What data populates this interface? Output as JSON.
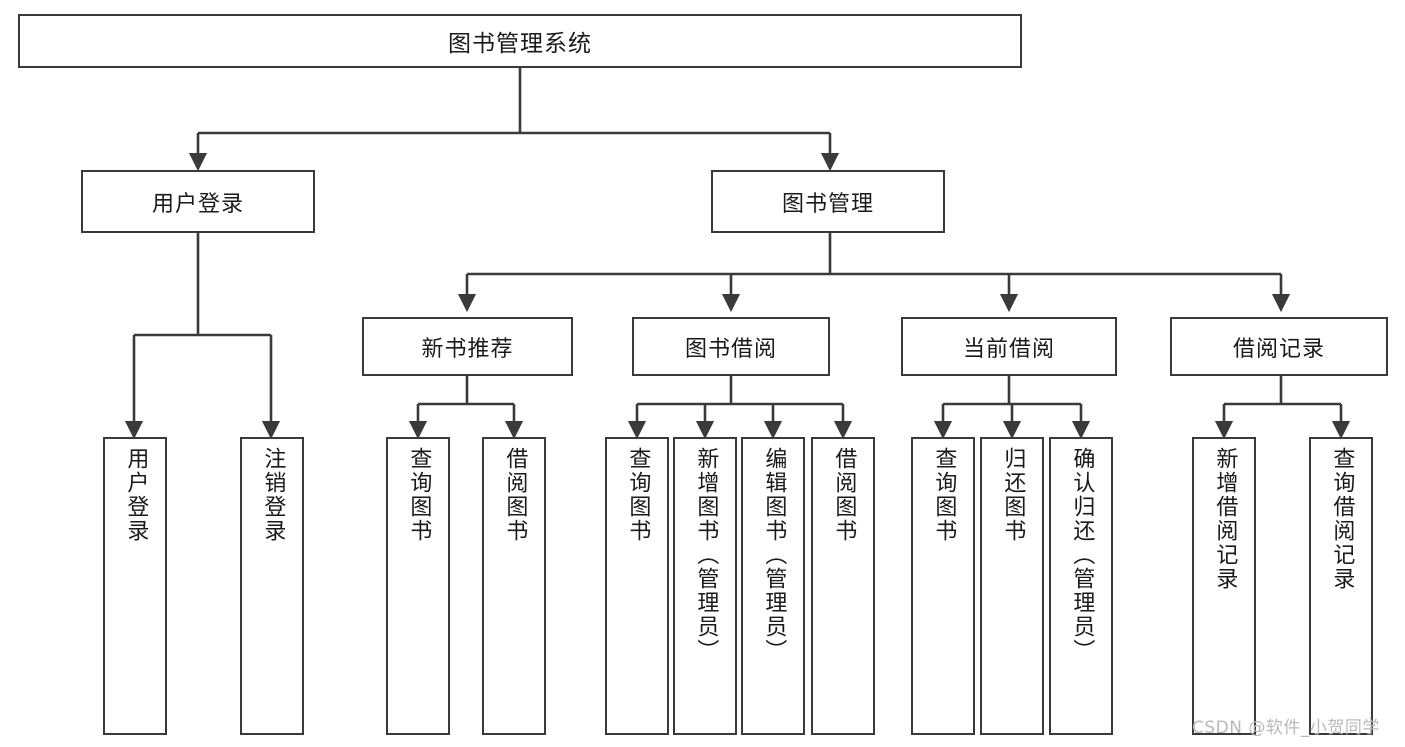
{
  "diagram": {
    "title": "图书管理系统",
    "type": "tree",
    "root": {
      "label": "图书管理系统"
    },
    "level1": [
      {
        "label": "用户登录"
      },
      {
        "label": "图书管理"
      }
    ],
    "level2": [
      {
        "label": "新书推荐"
      },
      {
        "label": "图书借阅"
      },
      {
        "label": "当前借阅"
      },
      {
        "label": "借阅记录"
      }
    ],
    "leaves": {
      "user_login": [
        {
          "label": "用户登录"
        },
        {
          "label": "注销登录"
        }
      ],
      "new_book_recommend": [
        {
          "label": "查询图书"
        },
        {
          "label": "借阅图书"
        }
      ],
      "book_borrow": [
        {
          "label": "查询图书"
        },
        {
          "label": "新增图书（管理员）"
        },
        {
          "label": "编辑图书（管理员）"
        },
        {
          "label": "借阅图书"
        }
      ],
      "current_borrow": [
        {
          "label": "查询图书"
        },
        {
          "label": "归还图书"
        },
        {
          "label": "确认归还（管理员）"
        }
      ],
      "borrow_record": [
        {
          "label": "新增借阅记录"
        },
        {
          "label": "查询借阅记录"
        }
      ]
    }
  },
  "watermark": {
    "text": "CSDN @软件_小贺同学"
  },
  "colors": {
    "stroke": "#3a3a3a",
    "background": "#ffffff",
    "text": "#1a1a1a",
    "watermark": "#b9b9b9"
  }
}
